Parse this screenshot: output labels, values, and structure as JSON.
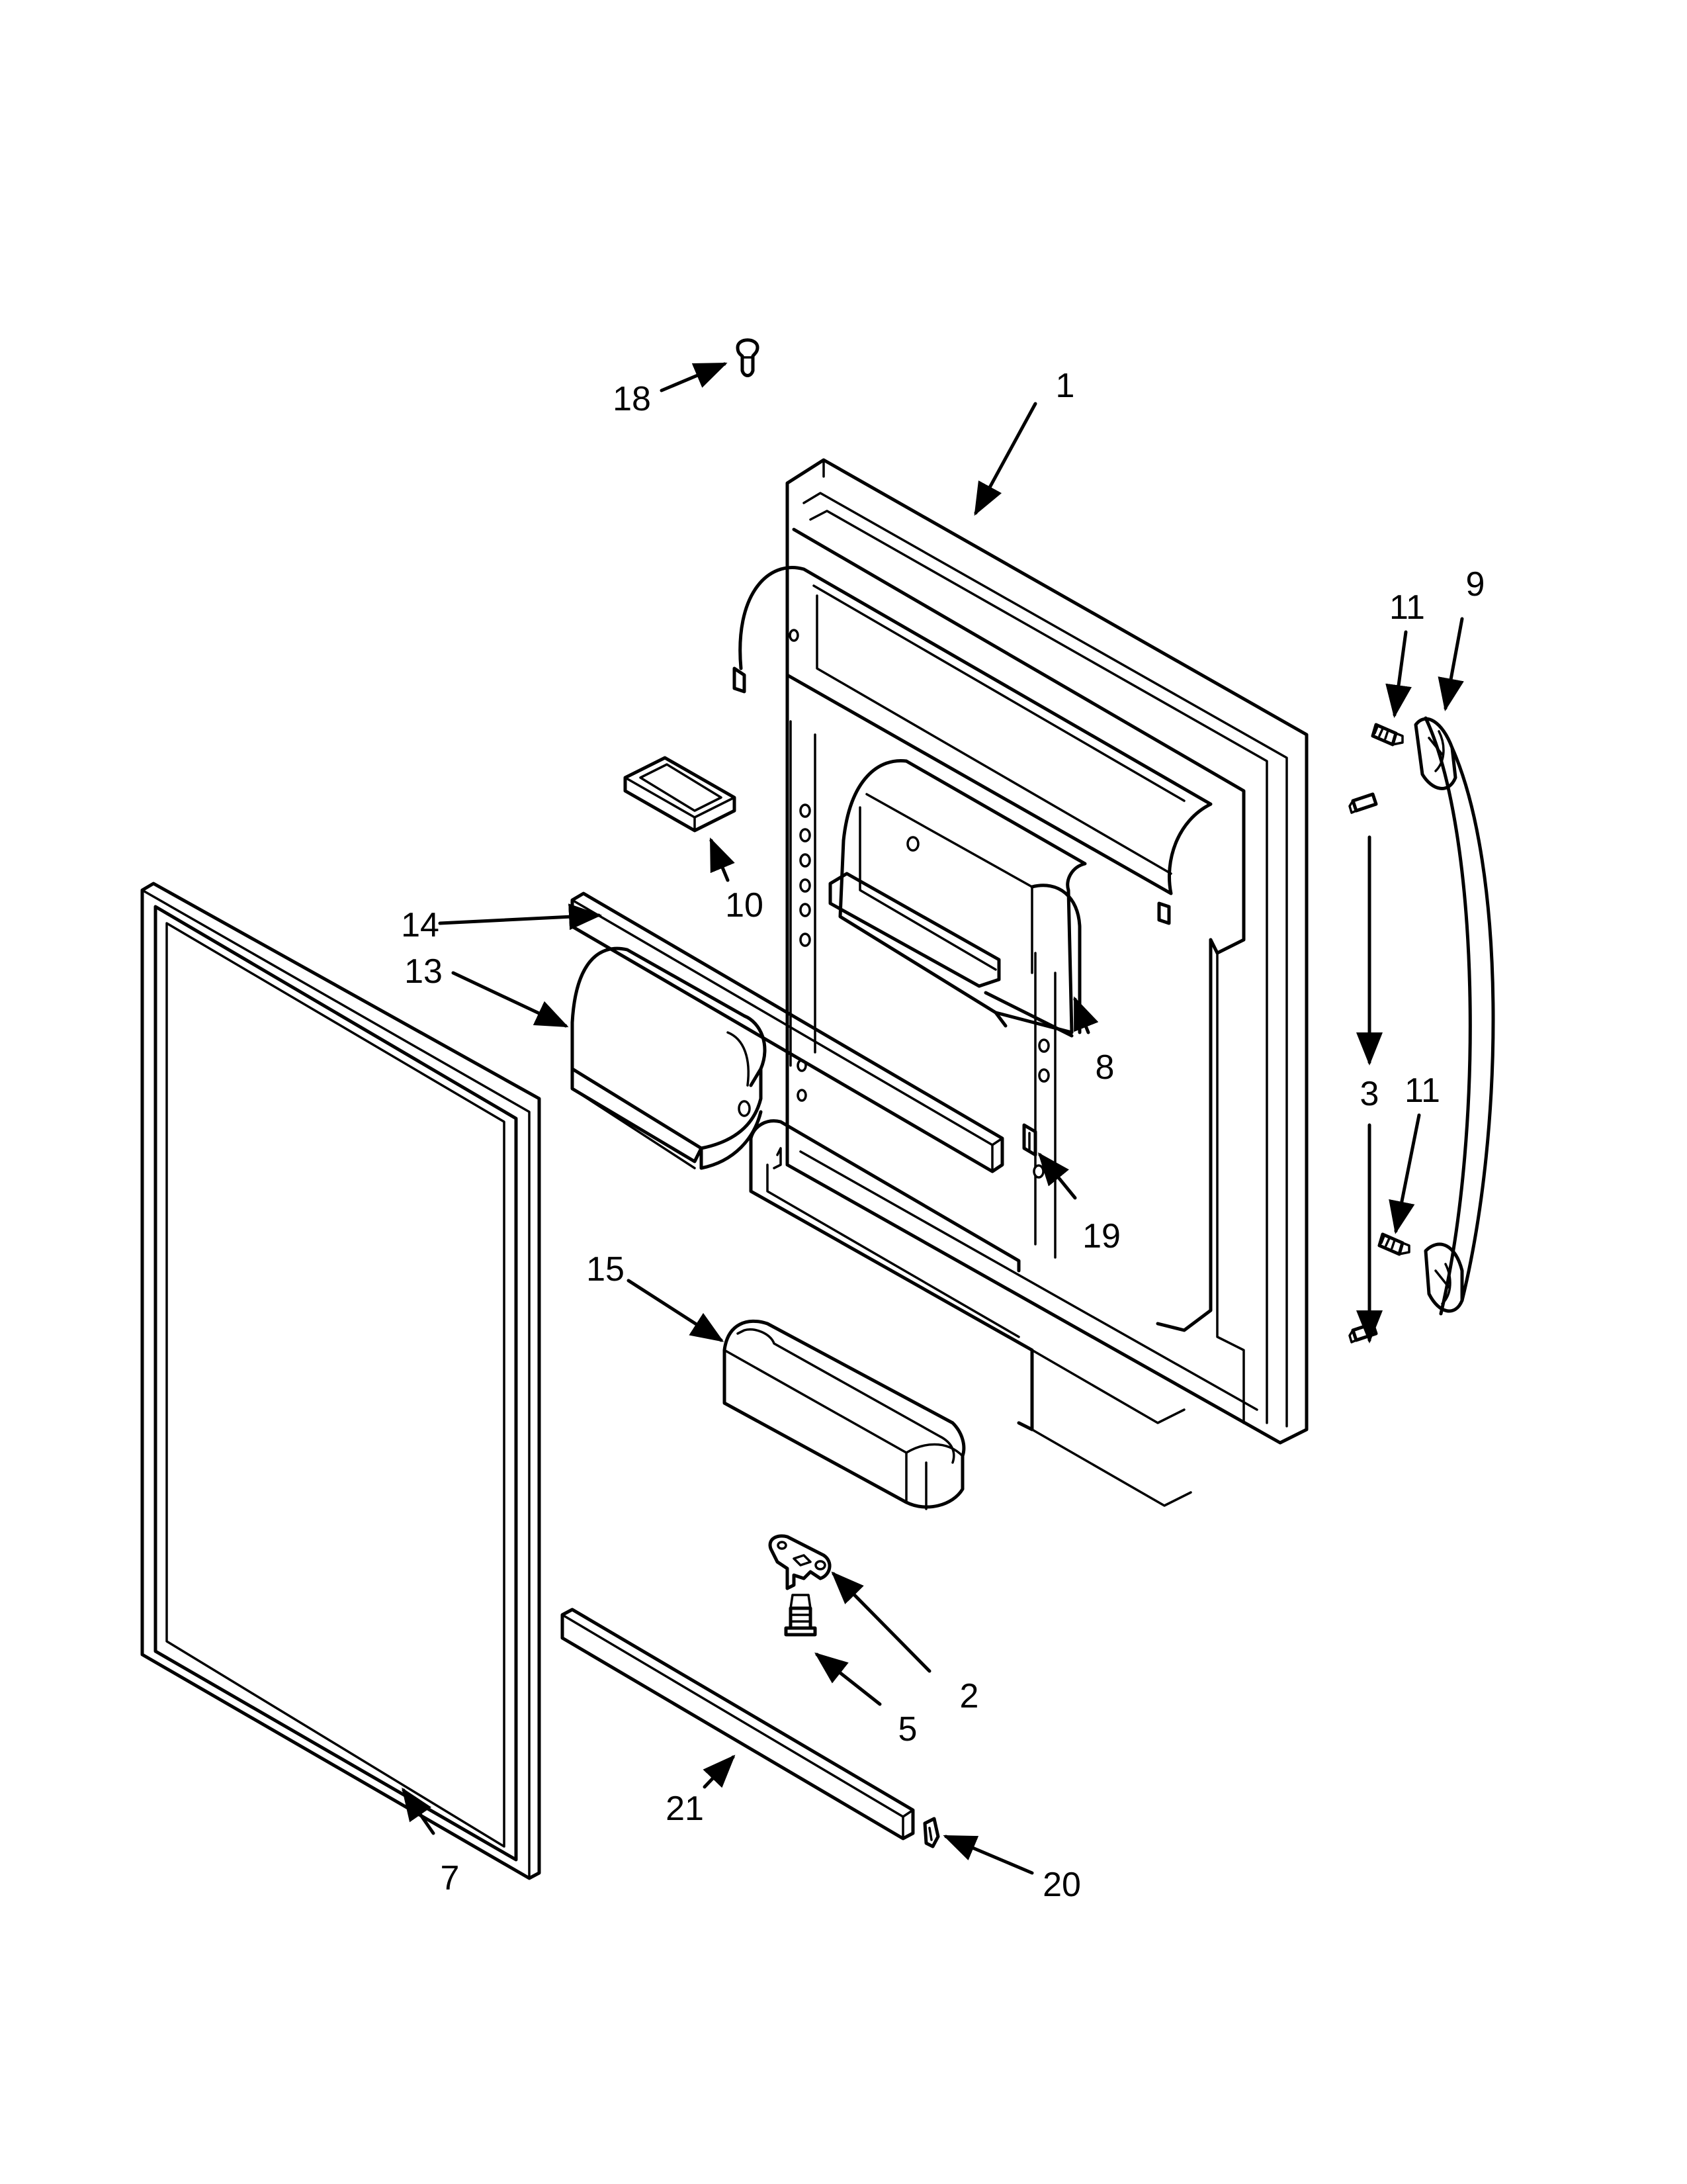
{
  "callouts": {
    "c1": "1",
    "c2": "2",
    "c3": "3",
    "c5": "5",
    "c7": "7",
    "c8": "8",
    "c9": "9",
    "c10": "10",
    "c11a": "11",
    "c11b": "11",
    "c13": "13",
    "c14": "14",
    "c15": "15",
    "c18": "18",
    "c19": "19",
    "c20": "20",
    "c21": "21"
  }
}
